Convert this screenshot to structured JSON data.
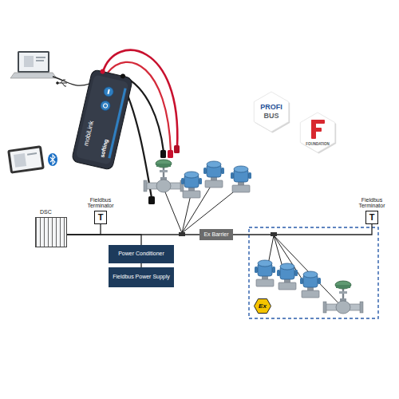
{
  "diagram": {
    "nodes": [
      {
        "text": [
          "DSC"
        ]
      },
      {
        "text": [
          "Fieldbus Terminator",
          "T"
        ]
      },
      {
        "text": [
          "Power Conditioner"
        ]
      },
      {
        "text": [
          "Fieldbus Power Supply"
        ]
      },
      {
        "text": [
          "Ex Barrier"
        ]
      },
      {
        "text": [
          "Fieldbus Terminator",
          "T"
        ]
      },
      {
        "text": [
          "Ex"
        ]
      }
    ],
    "edges": [
      {
        "from": 0,
        "to": 1,
        "arrow": "none"
      },
      {
        "from": 0,
        "to": 2,
        "arrow": "none"
      },
      {
        "from": 2,
        "to": 3,
        "arrow": "none"
      },
      {
        "from": 0,
        "to": 4,
        "arrow": "none"
      },
      {
        "from": 4,
        "to": 5,
        "arrow": "none"
      }
    ],
    "labels": [
      "PROFI",
      "BUS",
      "FOUNDATION",
      "mobiLink",
      "softing"
    ]
  }
}
